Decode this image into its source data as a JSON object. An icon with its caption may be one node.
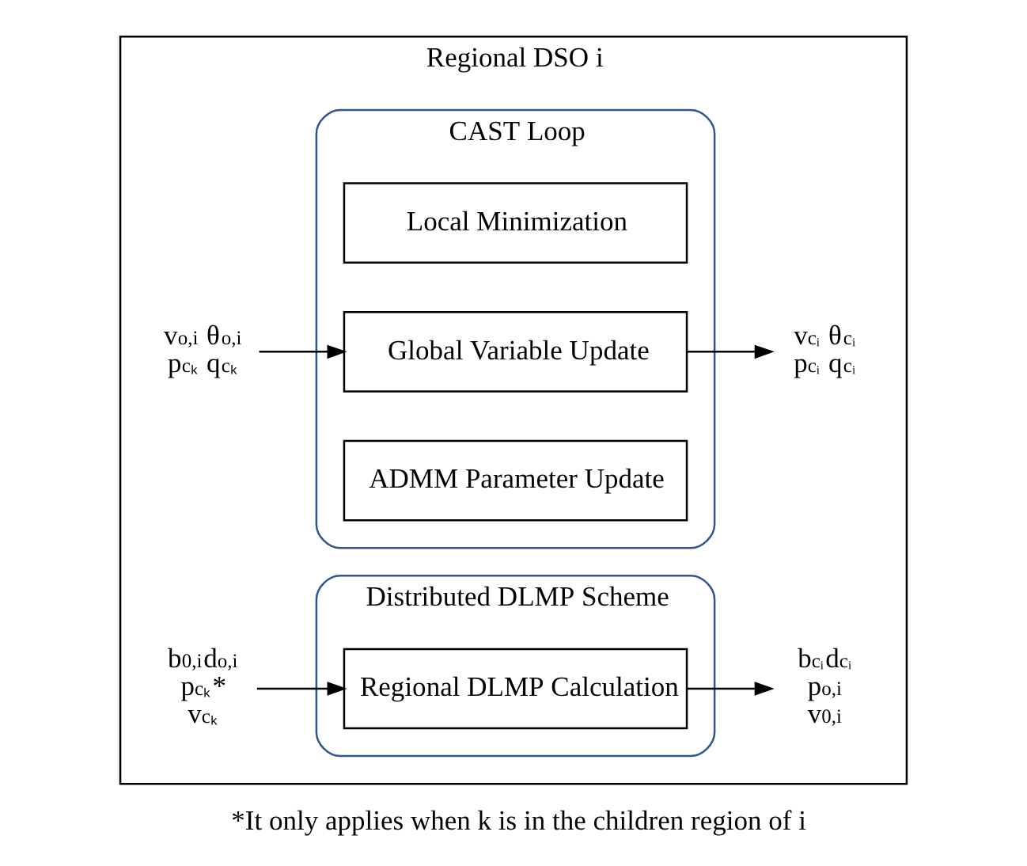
{
  "diagram": {
    "caption": "*It only applies when k is in the children region of i",
    "nodes": [
      {
        "text": [
          "Regional DSO i"
        ]
      },
      {
        "text": [
          "CAST Loop"
        ],
        "in": 0
      },
      {
        "text": [
          "Local Minimization"
        ],
        "in": 1
      },
      {
        "text": [
          "Global Variable Update"
        ],
        "in": 1
      },
      {
        "text": [
          "ADMM Parameter Update"
        ],
        "in": 1
      },
      {
        "text": [
          "Distributed DLMP Scheme"
        ],
        "in": 0
      },
      {
        "text": [
          "Regional DLMP Calculation"
        ],
        "in": 5
      },
      {
        "text": [
          "v$_{o,i}$ θ$_{o,i}$",
          "p$_{cₖ}$ q$_{cₖ}$"
        ],
        "in": 0
      },
      {
        "text": [
          "v$_{cᵢ}$ θ$_{cᵢ}$",
          "p$_{cᵢ}$ q$_{cᵢ}$"
        ],
        "in": 0
      },
      {
        "text": [
          "b$_{0,i}$d$_{o,i}$",
          "p$_{cₖ}$*",
          "v$_{cₖ}$"
        ],
        "in": 0
      },
      {
        "text": [
          "b$_{cᵢ}$d$_{cᵢ}$",
          "p$_{o,i}$",
          "v$_{0,i}$"
        ],
        "in": 0
      }
    ],
    "edges": [
      {
        "from": 7,
        "to": 3,
        "arrow": "to"
      },
      {
        "from": 3,
        "to": 8,
        "arrow": "to"
      },
      {
        "from": 9,
        "to": 6,
        "arrow": "to"
      },
      {
        "from": 6,
        "to": 10,
        "arrow": "to"
      }
    ]
  }
}
